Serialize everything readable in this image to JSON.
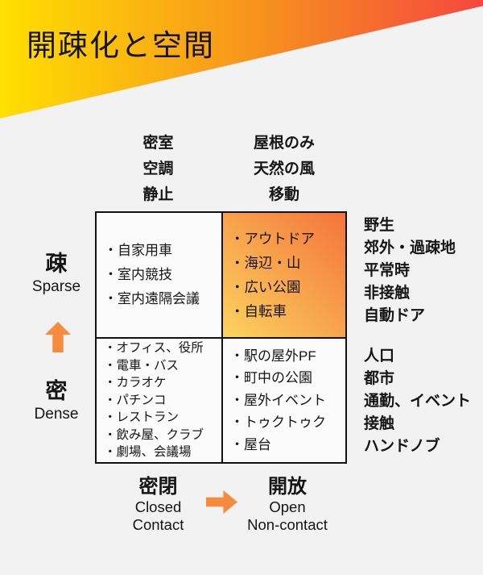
{
  "header": {
    "title": "開疎化と空間",
    "gradient": {
      "from": "#ffe000",
      "mid": "#f7941d",
      "to": "#f5473f"
    }
  },
  "top_axis": {
    "left_lines": [
      "密室",
      "空調",
      "静止"
    ],
    "right_lines": [
      "屋根のみ",
      "天然の風",
      "移動"
    ]
  },
  "quadrants": {
    "top_left": {
      "items": [
        "自家用車",
        "室内競技",
        "室内遠隔会議"
      ]
    },
    "top_right": {
      "items": [
        "アウトドア",
        "海辺・山",
        "広い公園",
        "自転車"
      ],
      "gradient": {
        "from": "#fcd35f",
        "to": "#f4743a"
      }
    },
    "bottom_left": {
      "items": [
        "オフィス、役所",
        "電車・バス",
        "カラオケ",
        "パチンコ",
        "レストラン",
        "飲み屋、クラブ",
        "劇場、会議場"
      ]
    },
    "bottom_right": {
      "items": [
        "駅の屋外PF",
        "町中の公園",
        "屋外イベント",
        "トゥクトゥク",
        "屋台"
      ]
    }
  },
  "annotations": {
    "top_right_lines": [
      "野生",
      "郊外・過疎地",
      "平常時",
      "非接触",
      "自動ドア"
    ],
    "bottom_right_lines": [
      "人口",
      "都市",
      "通勤、イベント",
      "接触",
      "ハンドノブ"
    ]
  },
  "y_axis": {
    "sparse": {
      "kanji": "疎",
      "en": "Sparse"
    },
    "dense": {
      "kanji": "密",
      "en": "Dense"
    }
  },
  "x_axis": {
    "closed": {
      "kanji": "密閉",
      "en_lines": [
        "Closed",
        "Contact"
      ]
    },
    "open": {
      "kanji": "開放",
      "en_lines": [
        "Open",
        "Non-contact"
      ]
    }
  },
  "colors": {
    "page_background": "#f2f2f2",
    "arrow": "#f68b3d",
    "border": "#111111",
    "text": "#151515"
  }
}
